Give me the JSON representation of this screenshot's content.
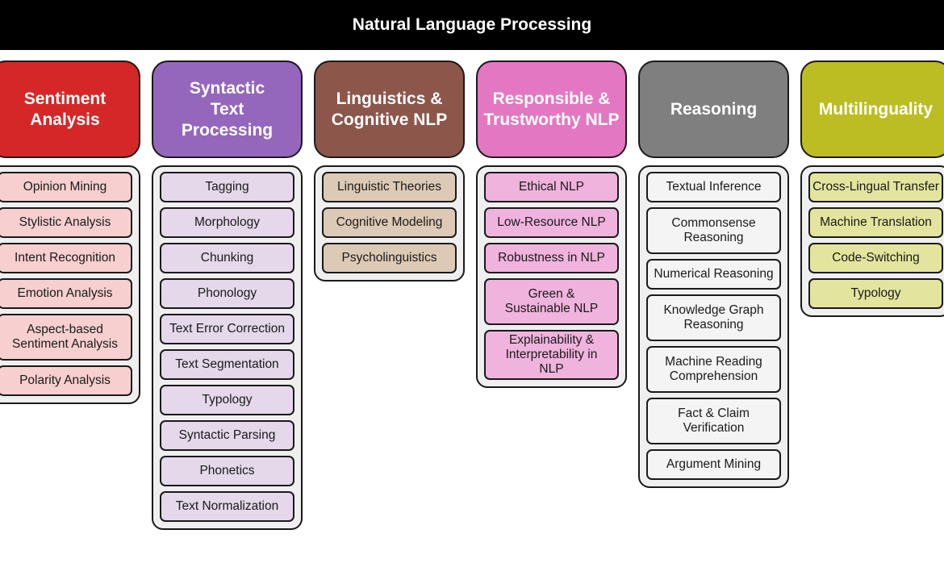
{
  "title": "Natural Language Processing",
  "columns": [
    {
      "name": "Sentiment Analysis",
      "header_color": "#d62728",
      "item_color": "#f7cfcf",
      "items": [
        "Opinion Mining",
        "Stylistic Analysis",
        "Intent Recognition",
        "Emotion Analysis",
        "Aspect-based Sentiment Analysis",
        "Polarity Analysis"
      ]
    },
    {
      "name": "Syntactic Text Processing",
      "header_color": "#9467bd",
      "item_color": "#e4d8ea",
      "items": [
        "Tagging",
        "Morphology",
        "Chunking",
        "Phonology",
        "Text Error Correction",
        "Text Segmentation",
        "Typology",
        "Syntactic Parsing",
        "Phonetics",
        "Text Normalization"
      ]
    },
    {
      "name": "Linguistics & Cognitive NLP",
      "header_color": "#8c564b",
      "item_color": "#dccab6",
      "items": [
        "Linguistic Theories",
        "Cognitive Modeling",
        "Psycholinguistics"
      ]
    },
    {
      "name": "Responsible & Trustworthy NLP",
      "header_color": "#e377c2",
      "item_color": "#efb3dd",
      "items": [
        "Ethical NLP",
        "Low-Resource NLP",
        "Robustness in NLP",
        "Green & Sustainable NLP",
        "Explainability & Interpretability in NLP"
      ]
    },
    {
      "name": "Reasoning",
      "header_color": "#7f7f7f",
      "item_color": "#f4f4f4",
      "items": [
        "Textual Inference",
        "Commonsense Reasoning",
        "Numerical Reasoning",
        "Knowledge Graph Reasoning",
        "Machine Reading Comprehension",
        "Fact & Claim Verification",
        "Argument Mining"
      ]
    },
    {
      "name": "Multilinguality",
      "header_color": "#bcbd22",
      "item_color": "#e3e59e",
      "items": [
        "Cross-Lingual Transfer",
        "Machine Translation",
        "Code-Switching",
        "Typology"
      ]
    }
  ]
}
